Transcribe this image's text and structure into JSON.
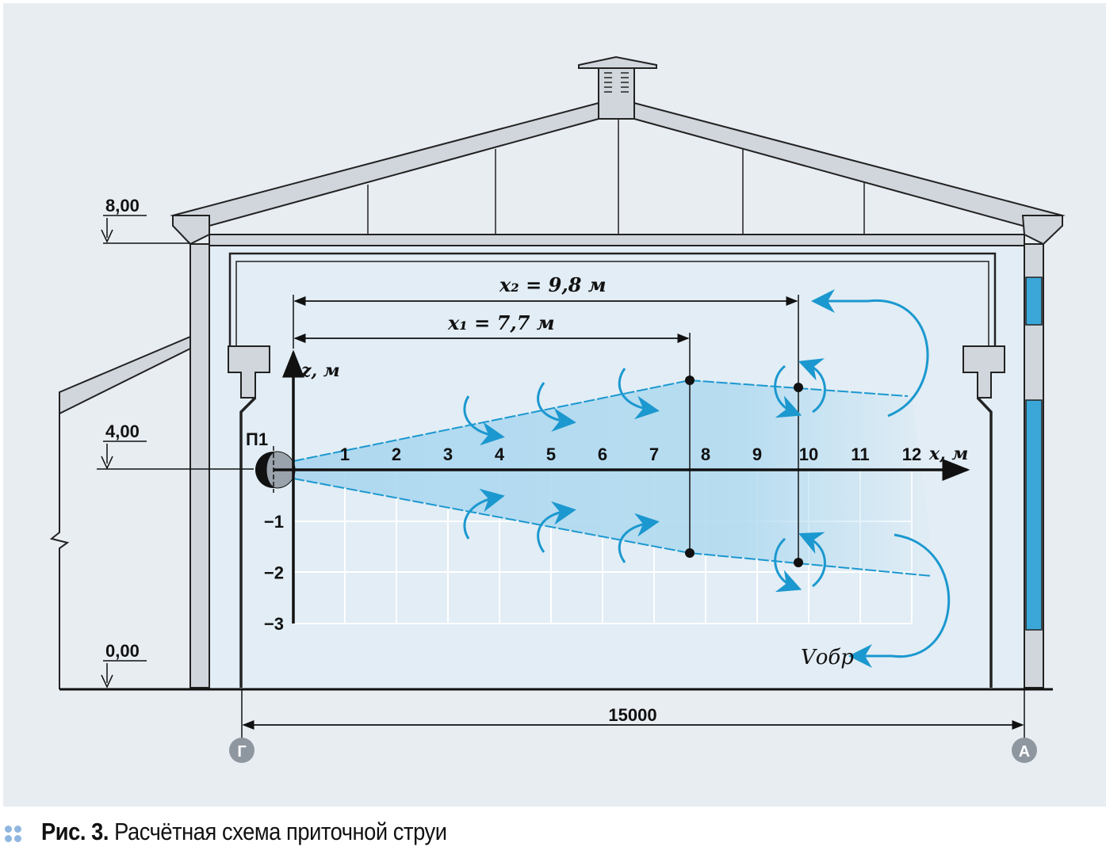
{
  "figure": {
    "caption_number": "Рис. 3.",
    "caption_text": "Расчётная схема приточной струи",
    "levels": [
      "8,00",
      "4,00",
      "0,00"
    ],
    "span_dimension": "15000",
    "axis_left": "Г",
    "axis_right": "А",
    "supply_label": "П1",
    "x_axis_label": "x, м",
    "z_axis_label": "z, м",
    "x_ticks": [
      "1",
      "2",
      "3",
      "4",
      "5",
      "6",
      "7",
      "8",
      "9",
      "10",
      "11",
      "12"
    ],
    "z_ticks": [
      "−1",
      "−2",
      "−3"
    ],
    "x1_label": "x₁ = 7,7 м",
    "x2_label": "x₂ = 9,8 м",
    "return_velocity_label": "Vобр"
  },
  "chart_data": {
    "type": "diagram",
    "x_unit": "м",
    "z_unit": "м",
    "x1": 7.7,
    "x2": 9.8,
    "colors": {
      "jet": "#b5dcf1",
      "arrows": "#1b98cf",
      "structure": "#d0d6dc",
      "background": "#e6edf3"
    }
  }
}
